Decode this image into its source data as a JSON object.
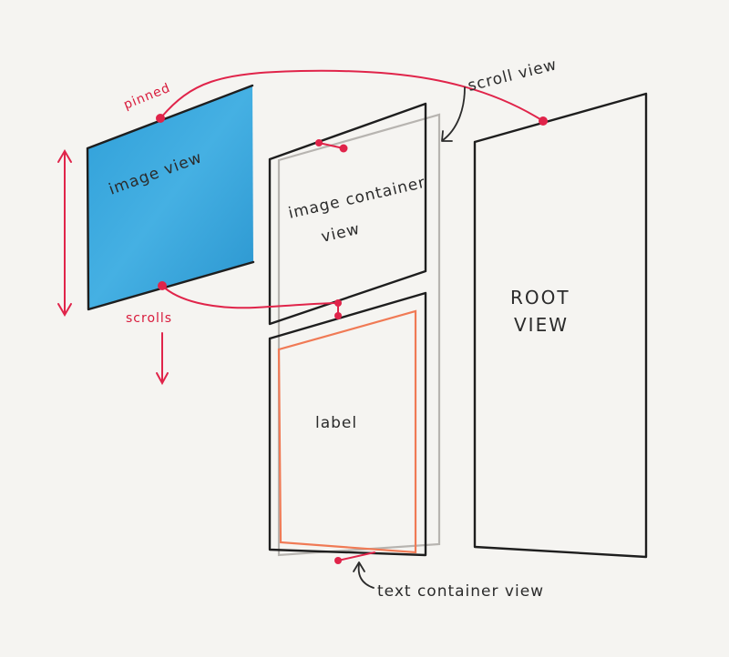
{
  "labels": {
    "image_view": "image view",
    "image_container_line1": "image container",
    "image_container_line2": "view",
    "label": "label",
    "root_line1": "ROOT",
    "root_line2": "VIEW",
    "scroll_view": "scroll view",
    "text_container_view": "text container view",
    "pinned": "pinned",
    "scrolls": "scrolls"
  },
  "colors": {
    "background": "#f5f4f1",
    "image_view_fill": "#3ba7dc",
    "constraint_red": "#e0244a",
    "label_orange": "#f07a55",
    "scroll_gray": "#b7b4b0",
    "ink": "#1e1e1e"
  }
}
